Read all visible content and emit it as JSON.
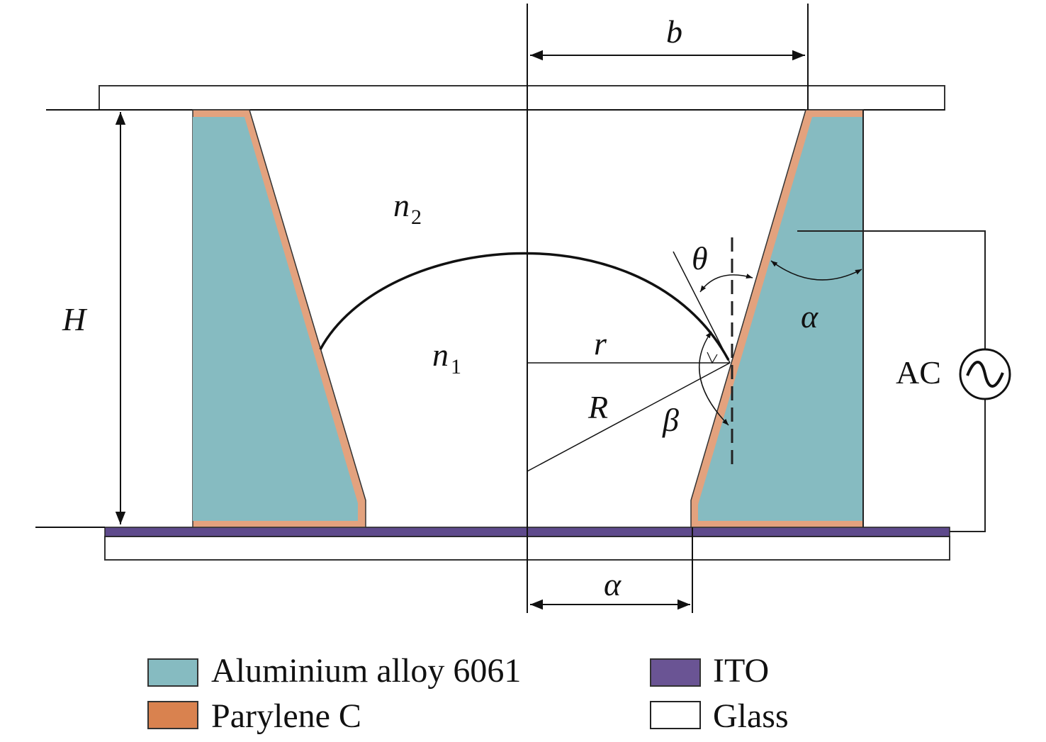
{
  "labels": {
    "b": "b",
    "H": "H",
    "alpha_bottom": "α",
    "alpha_right": "α",
    "theta": "θ",
    "beta": "β",
    "r": "r",
    "R": "R",
    "n2": "n",
    "n2_sub": "2",
    "n1": "n",
    "n1_sub": "1",
    "ac": "AC"
  },
  "legend": [
    {
      "label": "Aluminium alloy 6061",
      "color": "#86bbc1"
    },
    {
      "label": "Parylene C",
      "color": "#d9824f"
    },
    {
      "label": "ITO",
      "color": "#6a5494"
    },
    {
      "label": "Glass",
      "color": "#ffffff"
    }
  ],
  "colors": {
    "aluminium": "#86bbc1",
    "parylene": "#e3a27e",
    "ito": "#5e4a8c",
    "glass": "#ffffff"
  }
}
